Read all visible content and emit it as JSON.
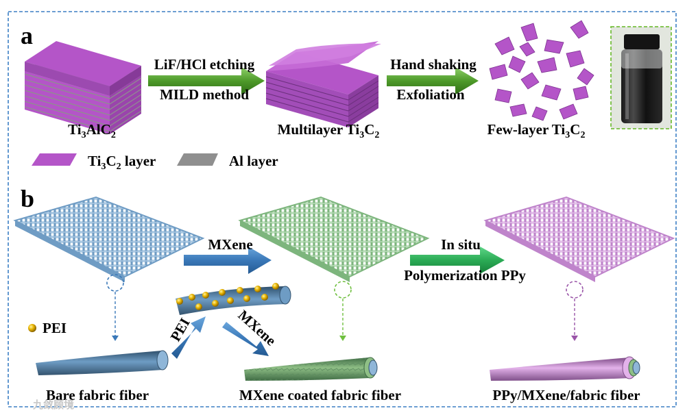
{
  "panel_a": {
    "letter": "a",
    "step1_top": "LiF/HCl etching",
    "step1_bottom": "MILD method",
    "step2_top": "Hand shaking",
    "step2_bottom": "Exfoliation",
    "material1": {
      "prefix": "Ti",
      "s1": "3",
      "mid": "AlC",
      "s2": "2",
      "suffix": ""
    },
    "material2": {
      "prefix": "Multilayer Ti",
      "s1": "3",
      "mid": "C",
      "s2": "2",
      "suffix": ""
    },
    "material3": {
      "prefix": "Few-layer Ti",
      "s1": "3",
      "mid": "C",
      "s2": "2",
      "suffix": ""
    },
    "legend1": {
      "prefix": "Ti",
      "s1": "3",
      "mid": "C",
      "s2": "2",
      "suffix": " layer"
    },
    "legend2": "Al layer"
  },
  "panel_b": {
    "letter": "b",
    "arrow1": "MXene",
    "arrow2_top": "In situ",
    "arrow2_bottom": "Polymerization PPy",
    "pei_legend": "PEI",
    "diag_left": "PEI",
    "diag_right": "MXene",
    "fiber1": "Bare fabric fiber",
    "fiber2": "MXene coated fabric fiber",
    "fiber3": "PPy/MXene/fabric fiber"
  },
  "watermark": "九敛顾境",
  "colors": {
    "mxene_layer": "#b455c8",
    "al_layer": "#8f8f8f",
    "green_arrow": "#4e9a2a",
    "blue_arrow": "#3a78b8",
    "insitu_arrow": "#2bab55",
    "fabric_blue": "#8fb6d8",
    "fabric_green": "#9fcf9f",
    "fabric_pink": "#d8a5e0",
    "pei_particle": "#e8b400",
    "frame": "#3b7fc4"
  }
}
